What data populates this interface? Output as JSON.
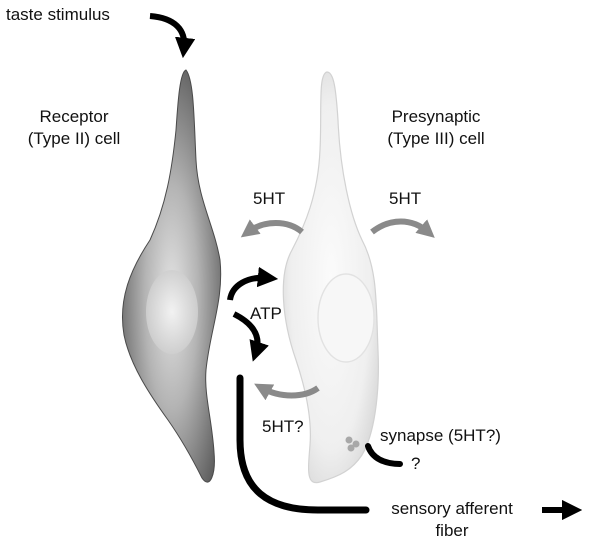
{
  "labels": {
    "taste_stimulus": "taste stimulus",
    "receptor_line1": "Receptor",
    "receptor_line2": "(Type II) cell",
    "presynaptic_line1": "Presynaptic",
    "presynaptic_line2": "(Type III) cell",
    "serotonin_left": "5HT",
    "serotonin_right": "5HT",
    "atp": "ATP",
    "serotonin_query": "5HT?",
    "synapse": "synapse (5HT?)",
    "unknown": "?",
    "afferent_line1": "sensory afferent",
    "afferent_line2": "fiber"
  },
  "colors": {
    "receptor_cell": "#8a8a8a",
    "presynaptic_cell": "#efefef",
    "black_arrow": "#000000",
    "gray_arrow": "#8a8a8a"
  }
}
